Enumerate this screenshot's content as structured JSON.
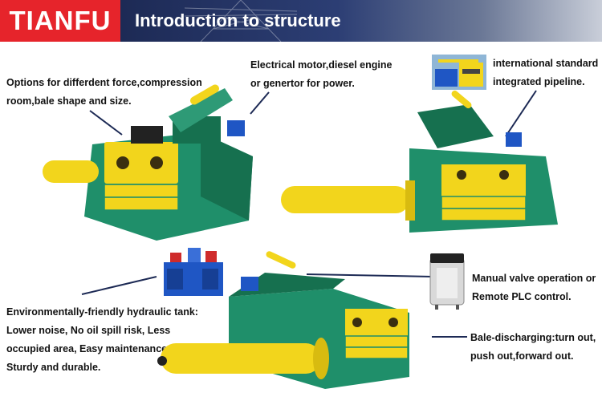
{
  "header": {
    "brand": "TIANFU",
    "title": "Introduction to structure"
  },
  "captions": {
    "options": [
      "Options for differdent force,compression",
      "room,bale shape and size."
    ],
    "motor": [
      "Electrical motor,diesel engine",
      "or genertor for power."
    ],
    "pipeline": [
      "international standard",
      "integrated pipeline."
    ],
    "tank": [
      "Environmentally-friendly hydraulic tank:",
      "Lower noise, No oil spill risk, Less",
      "occupied area, Easy maintenance,",
      "Sturdy and durable."
    ],
    "valve": [
      "Manual valve operation or",
      "Remote PLC control."
    ],
    "discharge": [
      "Bale-discharging:turn out,",
      "push out,forward out."
    ]
  },
  "colors": {
    "brand_red": "#e6242b",
    "header_blue": "#1d2a55",
    "machine_green": "#1f8f6a",
    "cylinder_yellow": "#f2d51c",
    "tank_blue": "#1f56c4"
  }
}
